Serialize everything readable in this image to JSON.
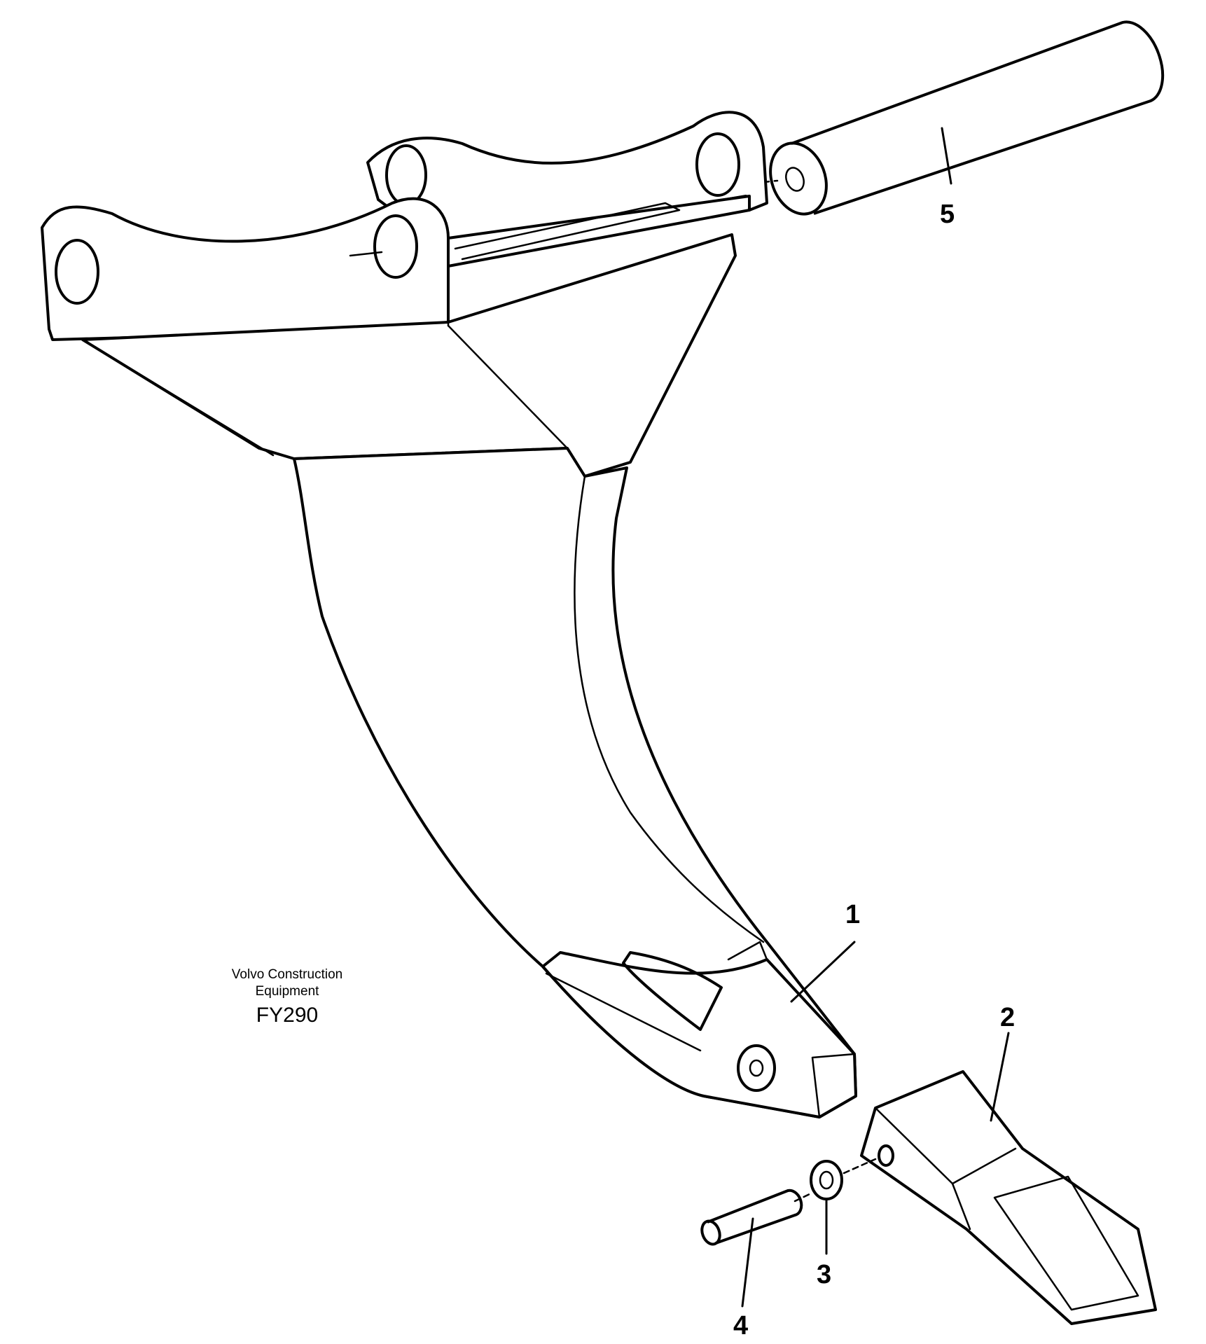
{
  "callouts": {
    "c1": "1",
    "c2": "2",
    "c3": "3",
    "c4": "4",
    "c5": "5"
  },
  "caption": {
    "brand_line1": "Volvo Construction",
    "brand_line2": "Equipment",
    "drawing_code": "FY290"
  }
}
